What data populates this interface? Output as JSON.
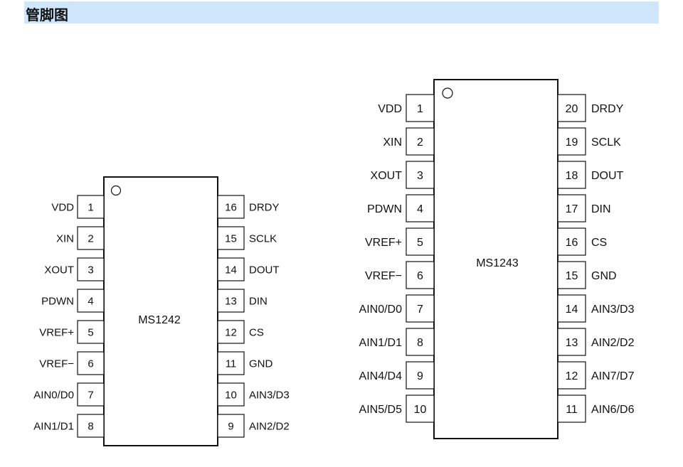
{
  "header": {
    "title": "管脚图"
  },
  "chips": [
    {
      "name": "MS1242",
      "left_pins": [
        {
          "num": "1",
          "label": "VDD"
        },
        {
          "num": "2",
          "label": "XIN"
        },
        {
          "num": "3",
          "label": "XOUT"
        },
        {
          "num": "4",
          "label": "PDWN"
        },
        {
          "num": "5",
          "label": "VREF+"
        },
        {
          "num": "6",
          "label": "VREF−"
        },
        {
          "num": "7",
          "label": "AIN0/D0"
        },
        {
          "num": "8",
          "label": "AIN1/D1"
        }
      ],
      "right_pins": [
        {
          "num": "16",
          "label": "DRDY"
        },
        {
          "num": "15",
          "label": "SCLK"
        },
        {
          "num": "14",
          "label": "DOUT"
        },
        {
          "num": "13",
          "label": "DIN"
        },
        {
          "num": "12",
          "label": "CS"
        },
        {
          "num": "11",
          "label": "GND"
        },
        {
          "num": "10",
          "label": "AIN3/D3"
        },
        {
          "num": "9",
          "label": "AIN2/D2"
        }
      ]
    },
    {
      "name": "MS1243",
      "left_pins": [
        {
          "num": "1",
          "label": "VDD"
        },
        {
          "num": "2",
          "label": "XIN"
        },
        {
          "num": "3",
          "label": "XOUT"
        },
        {
          "num": "4",
          "label": "PDWN"
        },
        {
          "num": "5",
          "label": "VREF+"
        },
        {
          "num": "6",
          "label": "VREF−"
        },
        {
          "num": "7",
          "label": "AIN0/D0"
        },
        {
          "num": "8",
          "label": "AIN1/D1"
        },
        {
          "num": "9",
          "label": "AIN4/D4"
        },
        {
          "num": "10",
          "label": "AIN5/D5"
        }
      ],
      "right_pins": [
        {
          "num": "20",
          "label": "DRDY"
        },
        {
          "num": "19",
          "label": "SCLK"
        },
        {
          "num": "18",
          "label": "DOUT"
        },
        {
          "num": "17",
          "label": "DIN"
        },
        {
          "num": "16",
          "label": "CS"
        },
        {
          "num": "15",
          "label": "GND"
        },
        {
          "num": "14",
          "label": "AIN3/D3"
        },
        {
          "num": "13",
          "label": "AIN2/D2"
        },
        {
          "num": "12",
          "label": "AIN7/D7"
        },
        {
          "num": "11",
          "label": "AIN6/D6"
        }
      ]
    }
  ]
}
